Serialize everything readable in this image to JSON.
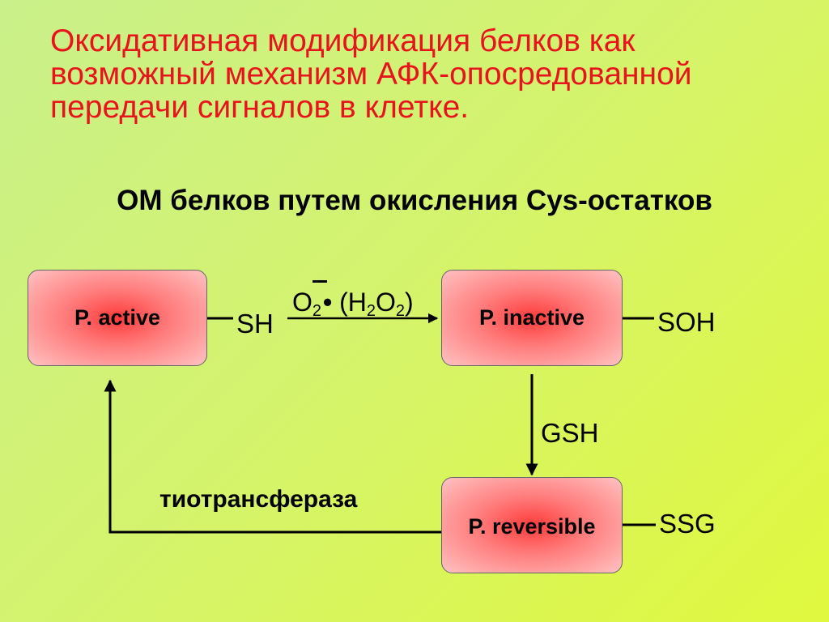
{
  "title": {
    "lines": [
      "Оксидативная модификация белков как",
      "возможный механизм АФК-опосредованной",
      "передачи сигналов в клетке."
    ]
  },
  "subtitle": "ОМ белков путем окисления Cys-остатков",
  "boxes": {
    "active": "P. active",
    "inactive": "P. inactive",
    "reversible": "P. reversible"
  },
  "groups": {
    "sh": "SH",
    "soh": "SOH",
    "ssg": "SSG"
  },
  "reagents": {
    "superoxide": {
      "base": "O",
      "sub": "2",
      "dot": "•",
      "charge": "–"
    },
    "peroxide": {
      "open": "(H",
      "sub1": "2",
      "mid": "O",
      "sub2": "2",
      "close": ")"
    },
    "glutathione": "GSH",
    "enzyme": "тиотрансфераза"
  },
  "colors": {
    "title": "#e8141c",
    "box_center": "#ff3b3b",
    "box_edge": "#ffc2c2",
    "background": "#d4f36e"
  }
}
